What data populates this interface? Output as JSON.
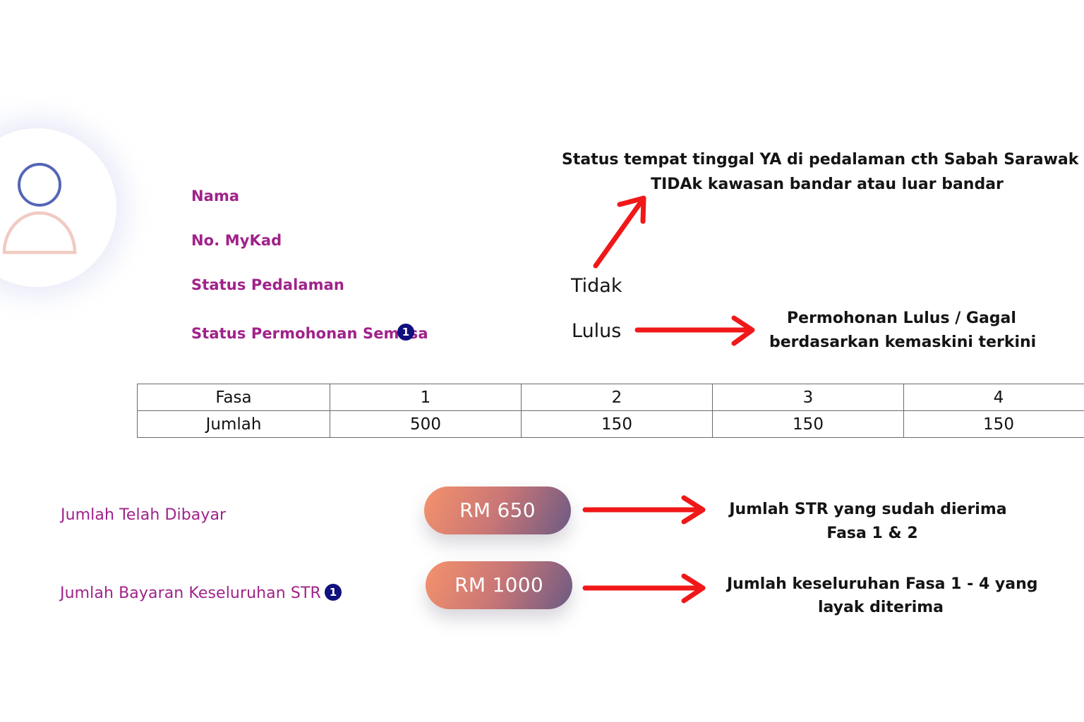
{
  "profile": {
    "labels": {
      "nama": "Nama",
      "mykad": "No. MyKad",
      "status_pedalaman": "Status Pedalaman",
      "status_permohonan": "Status Permohonan Semasa",
      "info_badge": "1"
    },
    "values": {
      "status_pedalaman": "Tidak",
      "status_permohonan": "Lulus"
    }
  },
  "annotations": {
    "pedalaman_note_line1": "Status tempat tinggal YA di pedalaman cth Sabah Sarawak atau",
    "pedalaman_note_line2": "TIDAk kawasan bandar atau luar bandar",
    "permohonan_note_line1": "Permohonan Lulus / Gagal",
    "permohonan_note_line2": "berdasarkan kemaskini terkini",
    "dibayar_note_line1": "Jumlah STR yang sudah dierima",
    "dibayar_note_line2": "Fasa 1 & 2",
    "keseluruhan_note_line1": "Jumlah keseluruhan Fasa 1 - 4 yang",
    "keseluruhan_note_line2": "layak diterima"
  },
  "table": {
    "row_headers": [
      "Fasa",
      "Jumlah"
    ],
    "fasa": [
      "1",
      "2",
      "3",
      "4"
    ],
    "jumlah": [
      "500",
      "150",
      "150",
      "150"
    ]
  },
  "payments": {
    "dibayar_label": "Jumlah Telah Dibayar",
    "dibayar_value": "RM 650",
    "keseluruhan_label": "Jumlah Bayaran Keseluruhan STR",
    "keseluruhan_value": "RM 1000",
    "info_badge": "1"
  },
  "colors": {
    "label": "#a0228a",
    "arrow": "#f01818",
    "badge": "#10107e",
    "pill_start": "#f5926c",
    "pill_end": "#6c5a84"
  },
  "icons": [
    "user-avatar-icon",
    "info-icon",
    "arrow-icon"
  ]
}
